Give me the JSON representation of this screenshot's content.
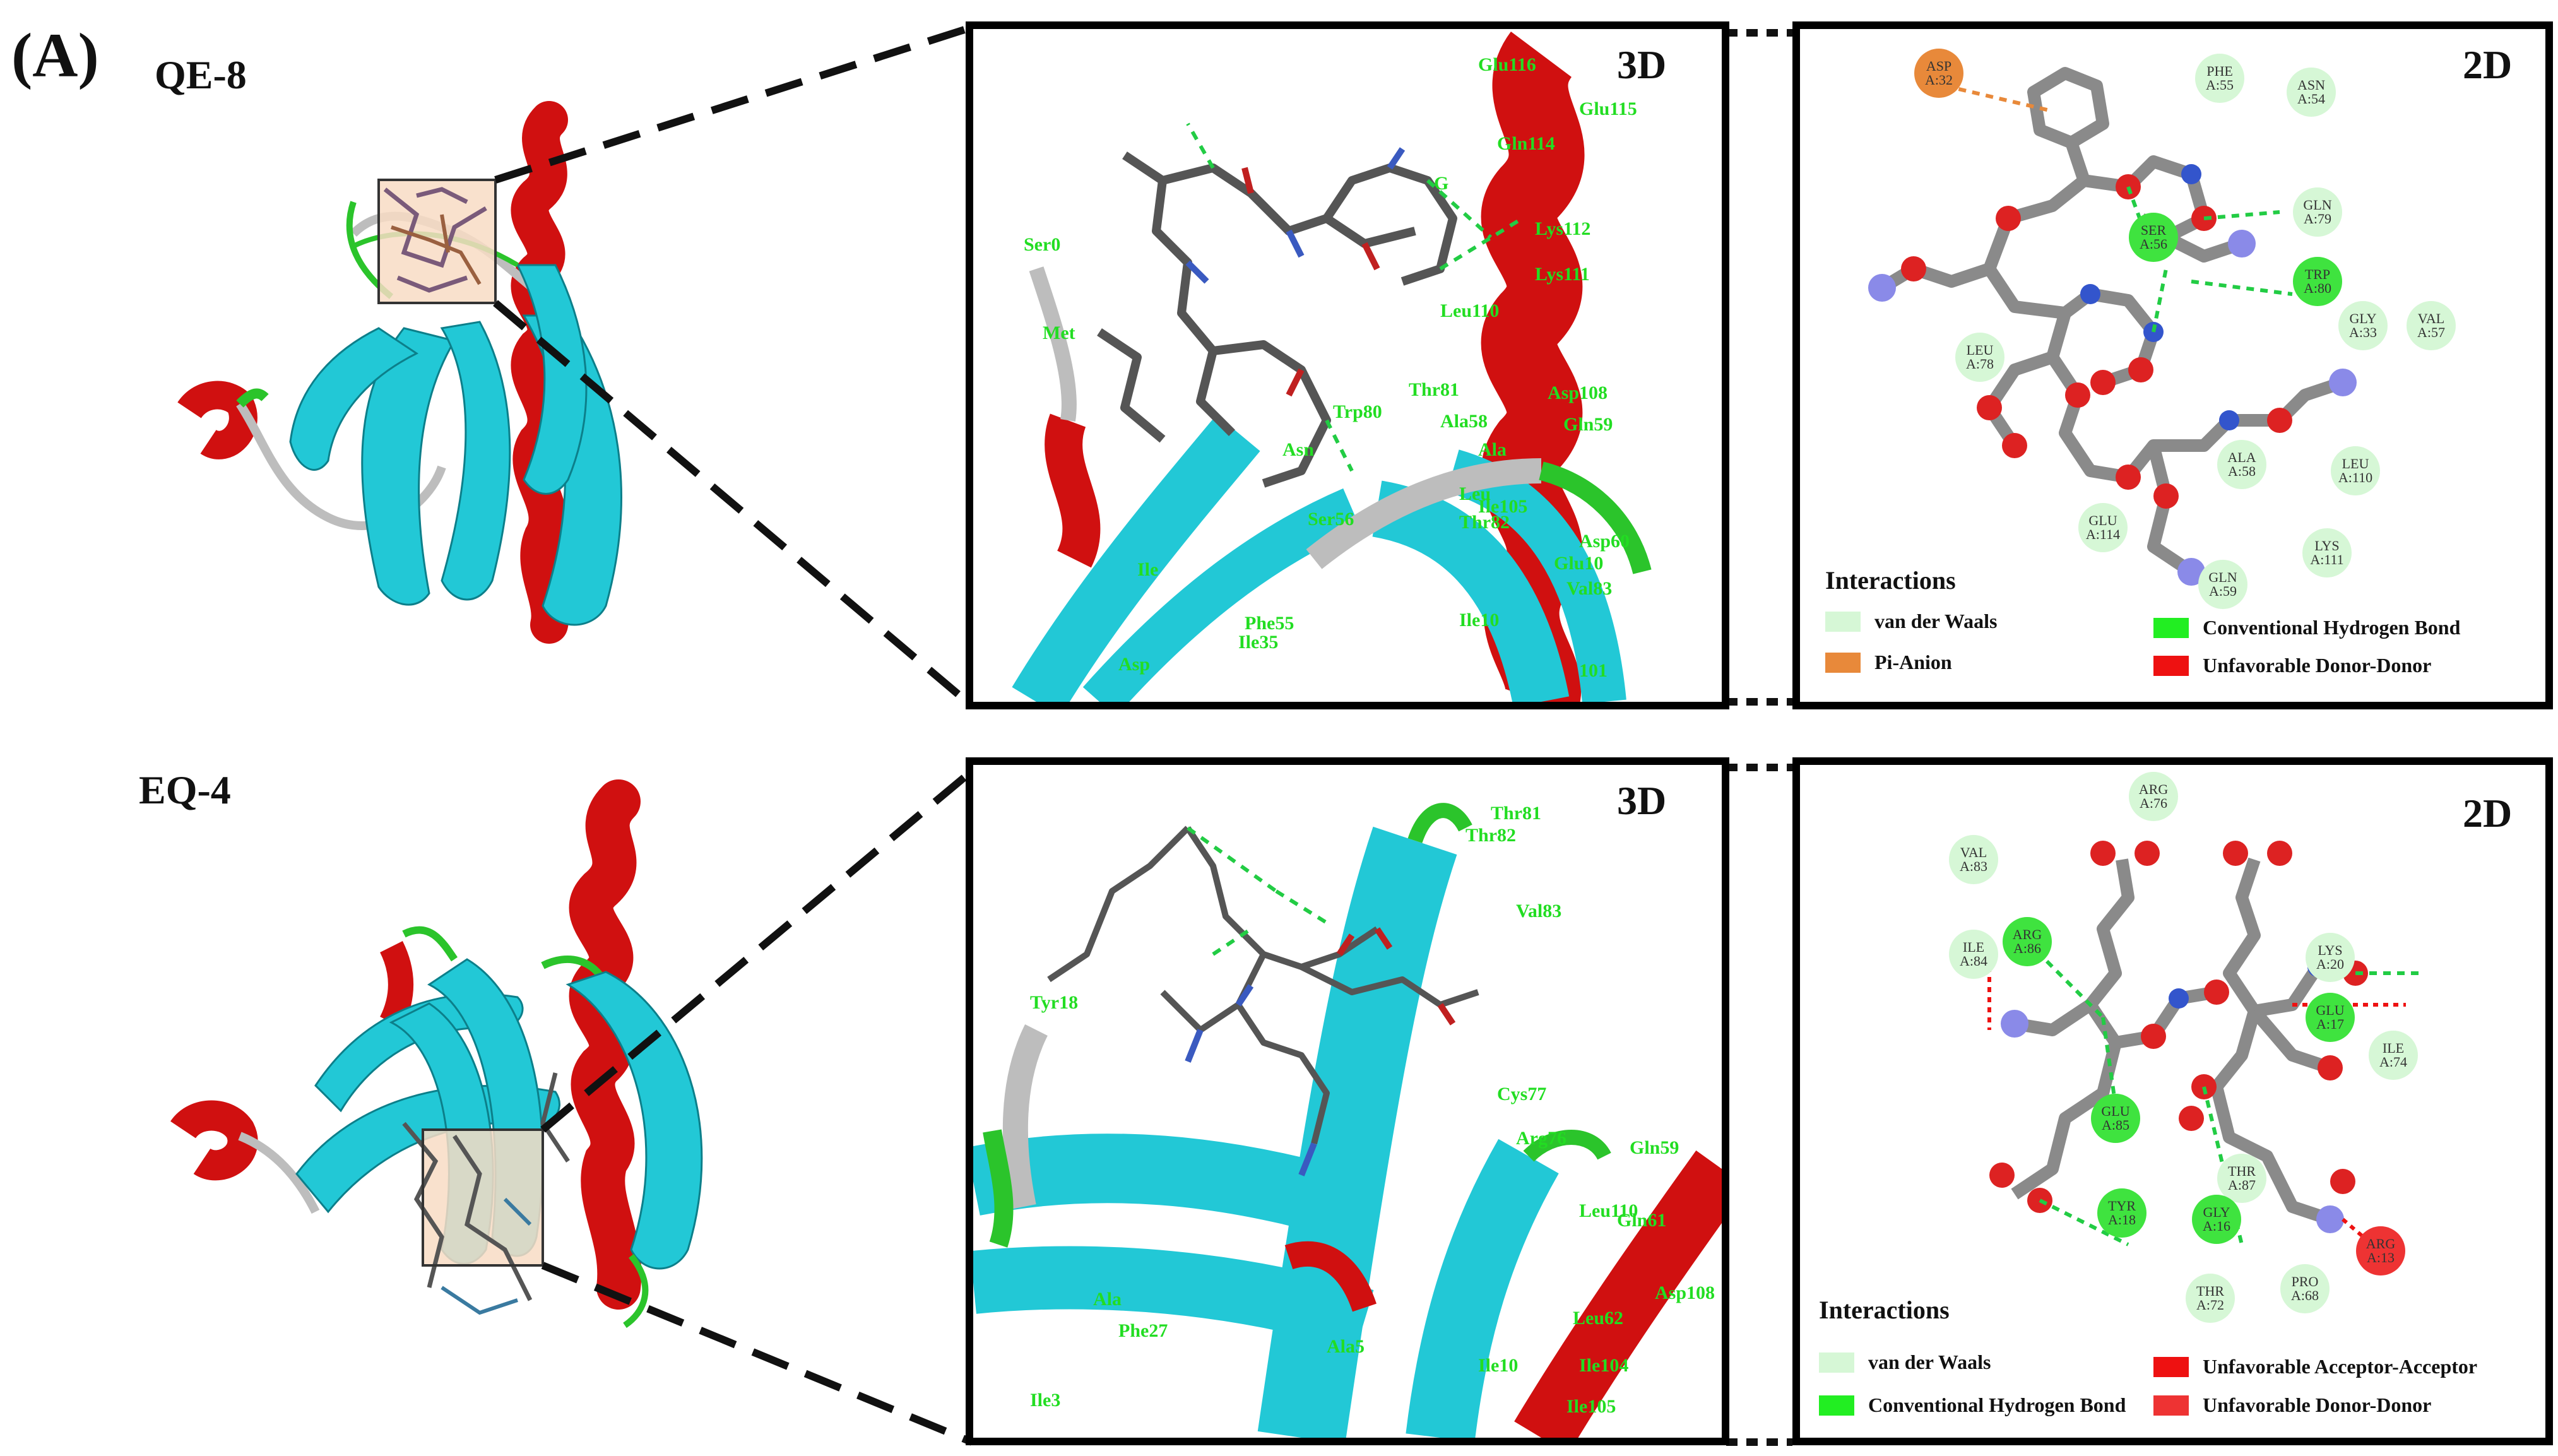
{
  "panel_label": "(A)",
  "colors": {
    "helix": "#d01010",
    "sheet": "#22c8d6",
    "loop": "#bdbdbd",
    "turn": "#2bc42b",
    "residue_label": "#22dd22",
    "van_der_waals": "#d6f7d6",
    "conventional_h_bond": "#22ee22",
    "pi_anion": "#e8893a",
    "unfavorable": "#ee1111"
  },
  "complexes": [
    {
      "name": "QE-8",
      "view3d": {
        "tag": "3D",
        "residues": [
          "Glu116",
          "Glu115",
          "Gln114",
          "G",
          "Lys112",
          "Lys111",
          "Leu110",
          "Ser0",
          "Met",
          "Thr81",
          "Asp108",
          "Ala58",
          "Gln59",
          "Ala",
          "Leu",
          "Ile105",
          "Thr82",
          "Asp60",
          "Glu10",
          "Val83",
          "Ile10",
          "Phe55",
          "Ile35",
          "Ile",
          "Asp",
          "101",
          "Trp80",
          "Asn",
          "Ser56"
        ]
      },
      "view2d": {
        "tag": "2D",
        "nodes": [
          {
            "name": "ASP",
            "id": "A:32",
            "type": "pi"
          },
          {
            "name": "PHE",
            "id": "A:55",
            "type": "vdw"
          },
          {
            "name": "ASN",
            "id": "A:54",
            "type": "vdw"
          },
          {
            "name": "GLN",
            "id": "A:79",
            "type": "vdw"
          },
          {
            "name": "SER",
            "id": "A:56",
            "type": "hb"
          },
          {
            "name": "TRP",
            "id": "A:80",
            "type": "hb"
          },
          {
            "name": "GLY",
            "id": "A:33",
            "type": "vdw"
          },
          {
            "name": "VAL",
            "id": "A:57",
            "type": "vdw"
          },
          {
            "name": "LEU",
            "id": "A:78",
            "type": "vdw"
          },
          {
            "name": "ALA",
            "id": "A:58",
            "type": "vdw"
          },
          {
            "name": "LEU",
            "id": "A:110",
            "type": "vdw"
          },
          {
            "name": "GLU",
            "id": "A:114",
            "type": "vdw"
          },
          {
            "name": "LYS",
            "id": "A:111",
            "type": "vdw"
          },
          {
            "name": "GLN",
            "id": "A:59",
            "type": "vdw"
          }
        ],
        "legend": {
          "title": "Interactions",
          "items": [
            {
              "label": "van der Waals",
              "color": "#d6f7d6"
            },
            {
              "label": "Conventional Hydrogen Bond",
              "color": "#22ee22"
            },
            {
              "label": "Pi-Anion",
              "color": "#e8893a"
            },
            {
              "label": "Unfavorable Donor-Donor",
              "color": "#ee1111"
            }
          ]
        }
      }
    },
    {
      "name": "EQ-4",
      "view3d": {
        "tag": "3D",
        "residues": [
          "Thr81",
          "Thr82",
          "Val83",
          "Tyr18",
          "Cys77",
          "Arg76",
          "Gln59",
          "Leu110",
          "Gln61",
          "Asp108",
          "Ile10",
          "Ala5",
          "Ile105",
          "Ile104",
          "Leu62",
          "Ala",
          "Phe27",
          "Ile3"
        ]
      },
      "view2d": {
        "tag": "2D",
        "nodes": [
          {
            "name": "ARG",
            "id": "A:76",
            "type": "vdw"
          },
          {
            "name": "VAL",
            "id": "A:83",
            "type": "vdw"
          },
          {
            "name": "ILE",
            "id": "A:84",
            "type": "vdw"
          },
          {
            "name": "ARG",
            "id": "A:86",
            "type": "hb"
          },
          {
            "name": "LYS",
            "id": "A:20",
            "type": "vdw"
          },
          {
            "name": "GLU",
            "id": "A:17",
            "type": "hb"
          },
          {
            "name": "ILE",
            "id": "A:74",
            "type": "vdw"
          },
          {
            "name": "GLU",
            "id": "A:85",
            "type": "hb"
          },
          {
            "name": "THR",
            "id": "A:87",
            "type": "vdw"
          },
          {
            "name": "TYR",
            "id": "A:18",
            "type": "hb"
          },
          {
            "name": "GLY",
            "id": "A:16",
            "type": "hb"
          },
          {
            "name": "ARG",
            "id": "A:13",
            "type": "ud"
          },
          {
            "name": "THR",
            "id": "A:72",
            "type": "vdw"
          },
          {
            "name": "PRO",
            "id": "A:68",
            "type": "vdw"
          }
        ],
        "legend": {
          "title": "Interactions",
          "items": [
            {
              "label": "van der Waals",
              "color": "#d6f7d6"
            },
            {
              "label": "Conventional Hydrogen Bond",
              "color": "#22ee22"
            },
            {
              "label": "Unfavorable Acceptor-Acceptor",
              "color": "#ee1111"
            },
            {
              "label": "Unfavorable Donor-Donor",
              "color": "#ee3333"
            }
          ]
        }
      }
    }
  ]
}
